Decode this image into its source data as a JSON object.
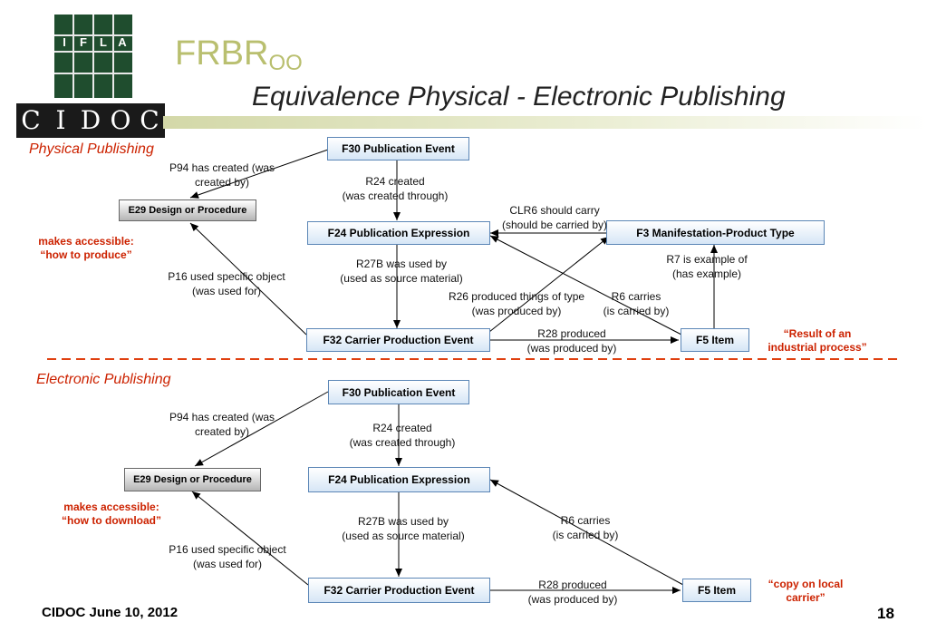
{
  "header": {
    "logo_top_text": "IFLA",
    "logo_bottom_text": "CIDOC",
    "title_main": "FRBR",
    "title_subscript": "OO",
    "subtitle": "Equivalence Physical - Electronic Publishing"
  },
  "physical": {
    "section_label": "Physical Publishing",
    "nodes": {
      "f30": "F30 Publication Event",
      "e29": "E29 Design or Procedure",
      "f24": "F24 Publication Expression",
      "f3": "F3 Manifestation-Product Type",
      "f32": "F32 Carrier Production Event",
      "f5": "F5 Item"
    },
    "edges": {
      "p94": [
        "P94 has created (was",
        "created by)"
      ],
      "r24": [
        "R24 created",
        "(was created through)"
      ],
      "clr6": [
        "CLR6 should carry",
        "(should be carried by)"
      ],
      "r27b": [
        "R27B was used by",
        "(used as source material)"
      ],
      "r7": [
        "R7 is example of",
        "(has example)"
      ],
      "p16": [
        "P16 used specific object",
        "(was used for)"
      ],
      "r26": [
        "R26 produced things of type",
        "(was produced by)"
      ],
      "r6": [
        "R6 carries",
        "(is carried by)"
      ],
      "r28": [
        "R28 produced",
        "(was produced by)"
      ]
    },
    "note_left": [
      "makes accessible:",
      "“how to produce”"
    ],
    "note_right": [
      "“Result of an",
      "industrial process”"
    ]
  },
  "electronic": {
    "section_label": "Electronic Publishing",
    "nodes": {
      "f30": "F30 Publication Event",
      "e29": "E29 Design or Procedure",
      "f24": "F24 Publication Expression",
      "f32": "F32 Carrier Production Event",
      "f5": "F5 Item"
    },
    "edges": {
      "p94": [
        "P94 has created (was",
        "created by)"
      ],
      "r24": [
        "R24 created",
        "(was created through)"
      ],
      "r27b": [
        "R27B was used by",
        "(used as source material)"
      ],
      "p16": [
        "P16 used specific object",
        "(was used for)"
      ],
      "r6": [
        "R6 carries",
        "(is carried by)"
      ],
      "r28": [
        "R28 produced",
        "(was produced by)"
      ]
    },
    "note_left": [
      "makes accessible:",
      "“how to download”"
    ],
    "note_right": [
      "“copy on local",
      "carrier”"
    ]
  },
  "footer": {
    "left_text": "CIDOC June 10, 2012",
    "page_number": "18"
  },
  "colors": {
    "accent_red": "#cc2200",
    "box_border": "#5b86b6",
    "title_olive": "#b9bf6f",
    "logo_green": "#1f4d2e"
  }
}
